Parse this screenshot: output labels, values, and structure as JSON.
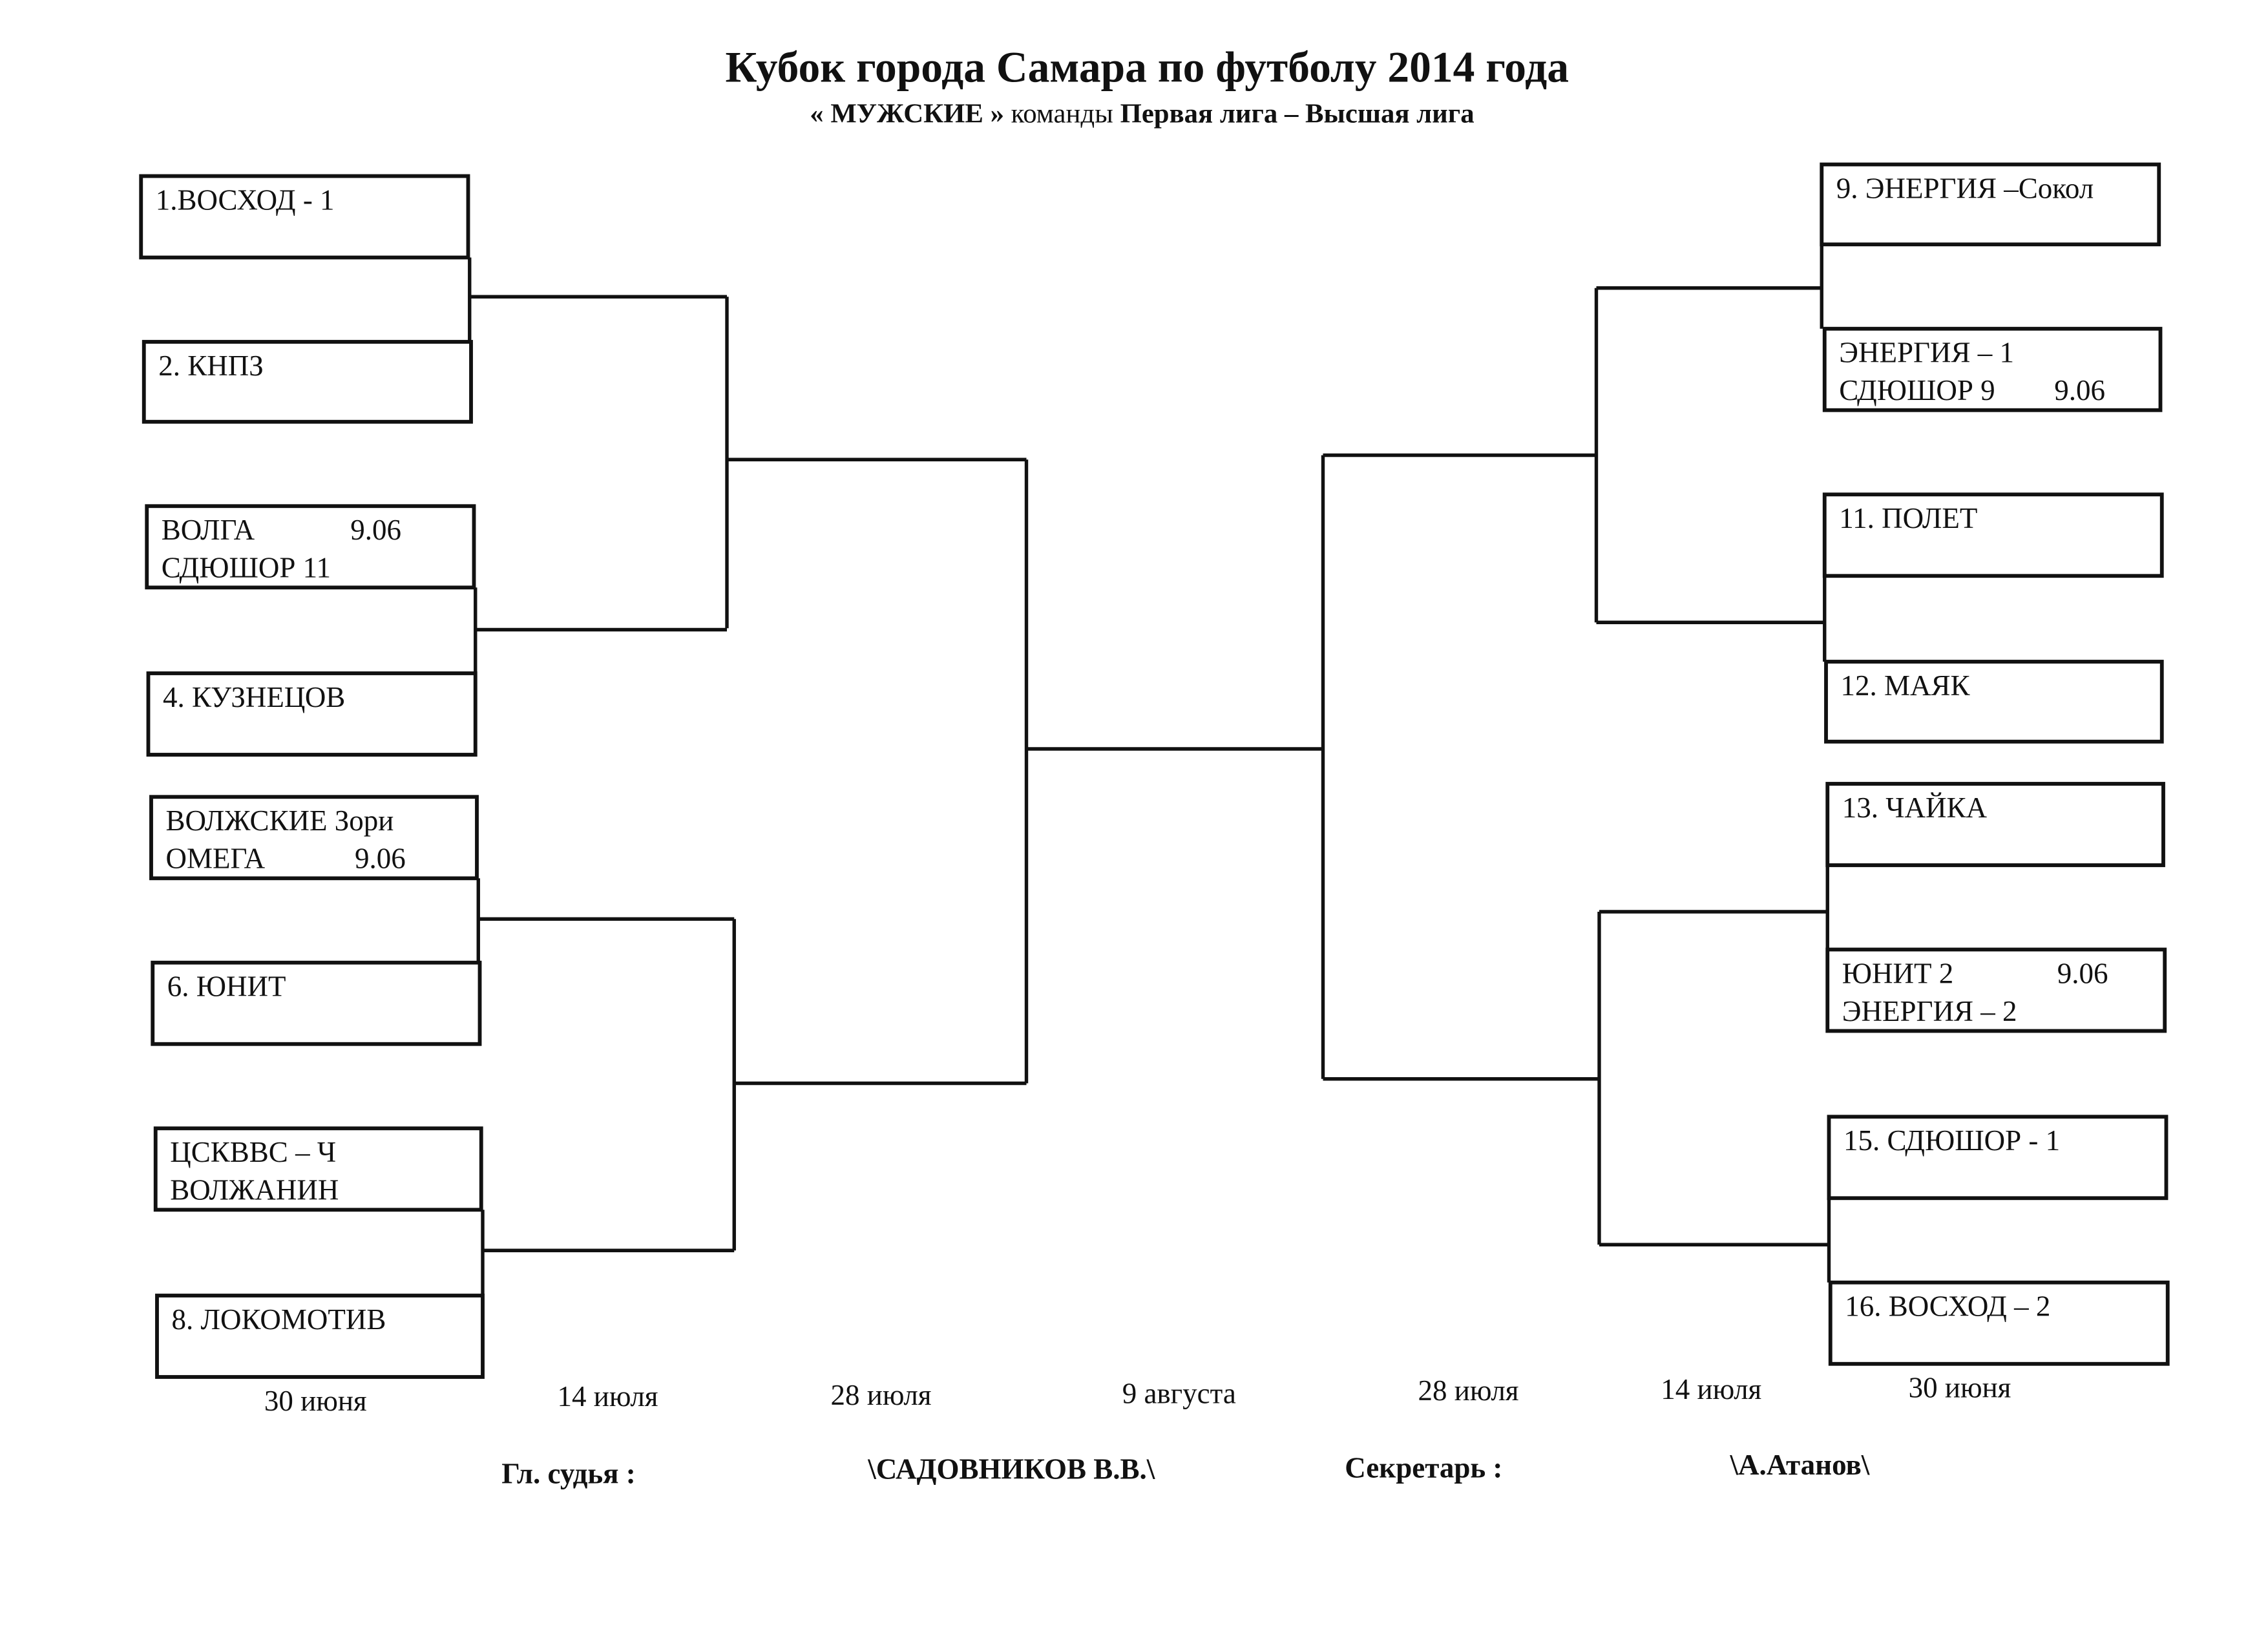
{
  "header": {
    "title": "Кубок  города  Самара  по футболу  2014 года",
    "subtitle_a": "« МУЖСКИЕ »",
    "subtitle_b": "команды",
    "subtitle_c": "Первая лига – Высшая лига"
  },
  "left_teams": [
    {
      "line1": "1.ВОСХОД - 1",
      "line2": "",
      "date": ""
    },
    {
      "line1": "2. КНПЗ",
      "line2": "",
      "date": ""
    },
    {
      "line1": "ВОЛГА",
      "line2": "СДЮШОР 11",
      "date": "9.06"
    },
    {
      "line1": "4. КУЗНЕЦОВ",
      "line2": "",
      "date": ""
    },
    {
      "line1": "ВОЛЖСКИЕ Зори",
      "line2": "ОМЕГА",
      "date": "9.06"
    },
    {
      "line1": "6. ЮНИТ",
      "line2": "",
      "date": ""
    },
    {
      "line1": "ЦСКВВС – Ч",
      "line2": "ВОЛЖАНИН",
      "date": ""
    },
    {
      "line1": "8. ЛОКОМОТИВ",
      "line2": "",
      "date": ""
    }
  ],
  "right_teams": [
    {
      "line1": "9. ЭНЕРГИЯ –Сокол",
      "line2": "",
      "date": ""
    },
    {
      "line1": "ЭНЕРГИЯ – 1",
      "line2": "СДЮШОР 9",
      "date": "9.06"
    },
    {
      "line1": "11. ПОЛЕТ",
      "line2": "",
      "date": ""
    },
    {
      "line1": "12. МАЯК",
      "line2": "",
      "date": ""
    },
    {
      "line1": "13. ЧАЙКА",
      "line2": "",
      "date": ""
    },
    {
      "line1": "ЮНИТ 2",
      "line2": "ЭНЕРГИЯ – 2",
      "date": "9.06"
    },
    {
      "line1": "15. СДЮШОР - 1",
      "line2": "",
      "date": ""
    },
    {
      "line1": "16. ВОСХОД – 2",
      "line2": "",
      "date": ""
    }
  ],
  "round_dates": [
    "30 июня",
    "14 июля",
    "28 июля",
    "9 августа",
    "28 июля",
    "14 июля",
    "30  июня"
  ],
  "footer": {
    "judge_label": "Гл. судья :",
    "judge_name": "\\САДОВНИКОВ В.В.\\",
    "secretary_label": "Секретарь :",
    "secretary_name": "\\А.Атанов\\"
  }
}
